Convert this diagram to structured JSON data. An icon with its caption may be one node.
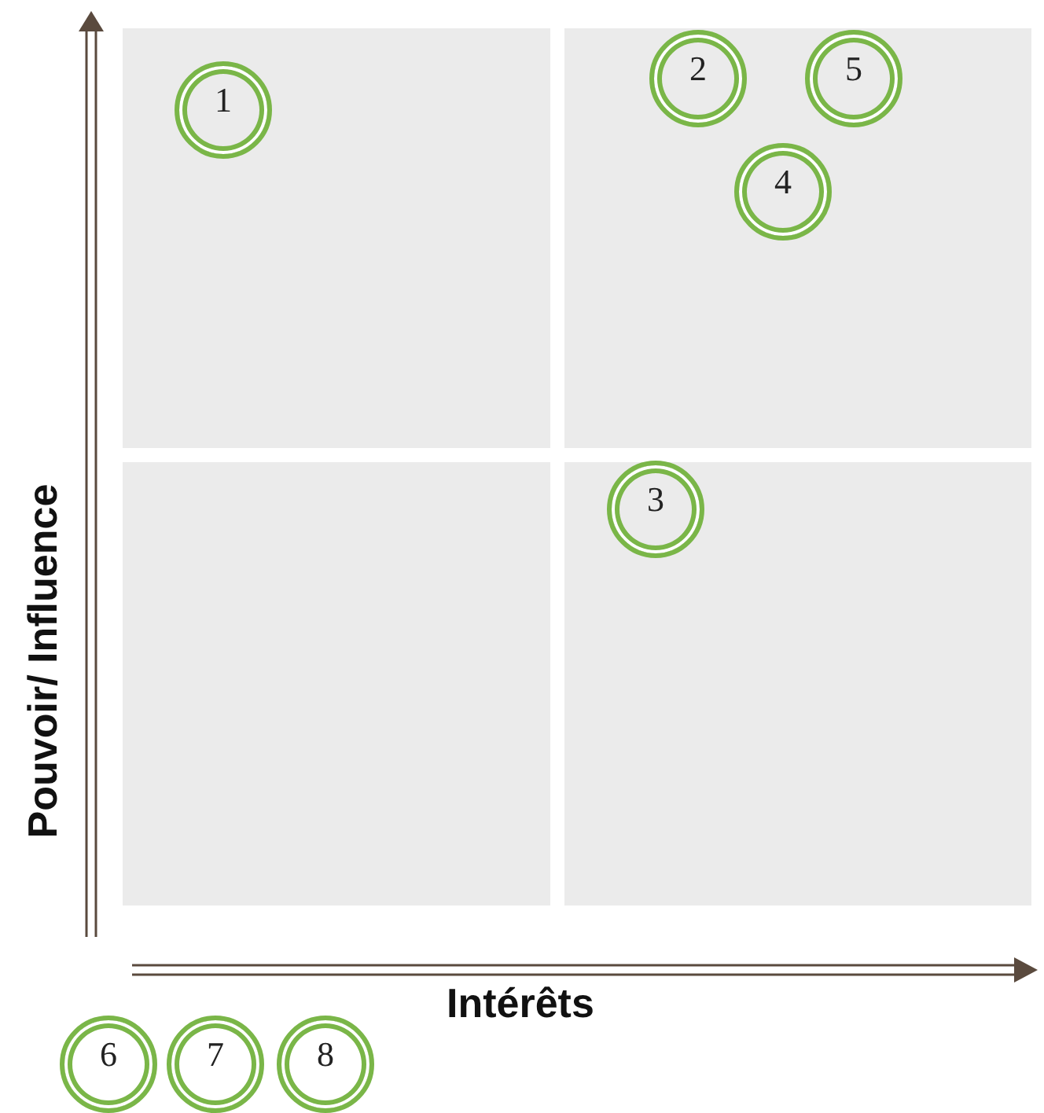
{
  "diagram": {
    "nodes": [
      {
        "text": [],
        "shape": "box"
      },
      {
        "text": [],
        "shape": "box"
      },
      {
        "text": [],
        "shape": "box"
      },
      {
        "text": [],
        "shape": "box"
      },
      {
        "text": [
          "1"
        ],
        "in": 0
      },
      {
        "text": [
          "2"
        ],
        "in": 1
      },
      {
        "text": [
          "5"
        ],
        "in": 1
      },
      {
        "text": [
          "4"
        ],
        "in": 1
      },
      {
        "text": [
          "3"
        ],
        "in": 3
      },
      {
        "text": [
          "6"
        ]
      },
      {
        "text": [
          "7"
        ]
      },
      {
        "text": [
          "8"
        ]
      }
    ],
    "labels": [
      "Pouvoir/ Influence",
      "Intérêts"
    ]
  }
}
